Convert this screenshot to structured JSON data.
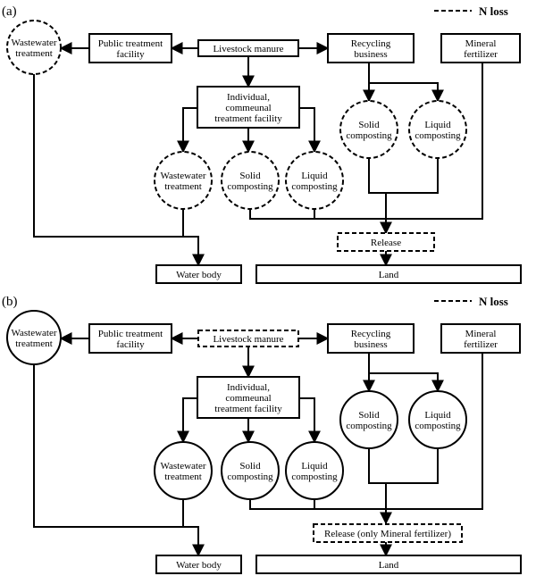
{
  "panels": [
    {
      "label": "(a)",
      "legend": "N loss",
      "nodes": {
        "wwt_top": "Wastewater\ntreatment",
        "public": "Public treatment\nfacility",
        "manure": "Livestock manure",
        "recycling": "Recycling\nbusiness",
        "mineral": "Mineral\nfertilizer",
        "individual": "Individual,\ncommeunal\ntreatment facility",
        "solid_r": "Solid\ncomposting",
        "liquid_r": "Liquid\ncomposting",
        "wwt_mid": "Wastewater\ntreatment",
        "solid_m": "Solid\ncomposting",
        "liquid_m": "Liquid\ncomposting",
        "release": "Release",
        "water": "Water body",
        "land": "Land"
      },
      "n_loss": [
        "wwt_top",
        "recycling_no",
        "solid_r",
        "liquid_r",
        "wwt_mid",
        "solid_m",
        "liquid_m",
        "release"
      ]
    },
    {
      "label": "(b)",
      "legend": "N loss",
      "nodes": {
        "wwt_top": "Wastewater\ntreatment",
        "public": "Public treatment\nfacility",
        "manure": "Livestock manure",
        "recycling": "Recycling\nbusiness",
        "mineral": "Mineral\nfertilizer",
        "individual": "Individual,\ncommeunal\ntreatment facility",
        "solid_r": "Solid\ncomposting",
        "liquid_r": "Liquid\ncomposting",
        "wwt_mid": "Wastewater\ntreatment",
        "solid_m": "Solid\ncomposting",
        "liquid_m": "Liquid\ncomposting",
        "release": "Release (only Mineral fertilizer)",
        "water": "Water body",
        "land": "Land"
      },
      "n_loss": [
        "manure",
        "release"
      ]
    }
  ]
}
